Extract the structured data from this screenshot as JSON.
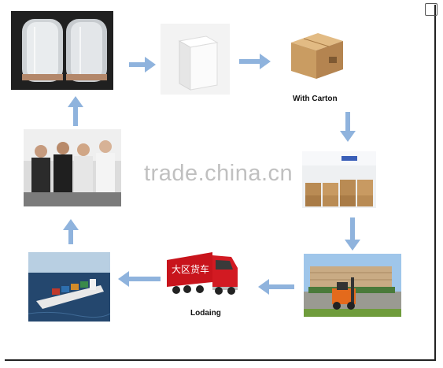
{
  "steps": [
    {
      "name": "rolls",
      "label": ""
    },
    {
      "name": "white-box",
      "label": ""
    },
    {
      "name": "carton",
      "label": "With Carton"
    },
    {
      "name": "warehouse",
      "label": ""
    },
    {
      "name": "forklift",
      "label": ""
    },
    {
      "name": "truck",
      "label": "Lodaing"
    },
    {
      "name": "ship",
      "label": ""
    },
    {
      "name": "team",
      "label": ""
    }
  ],
  "truck_lettering": "大区货车",
  "watermark": "trade.china.cn",
  "colors": {
    "arrow": "#8fb3dd",
    "truck_red": "#c8141c",
    "carton": "#c99c62",
    "sea": "#24476e"
  }
}
